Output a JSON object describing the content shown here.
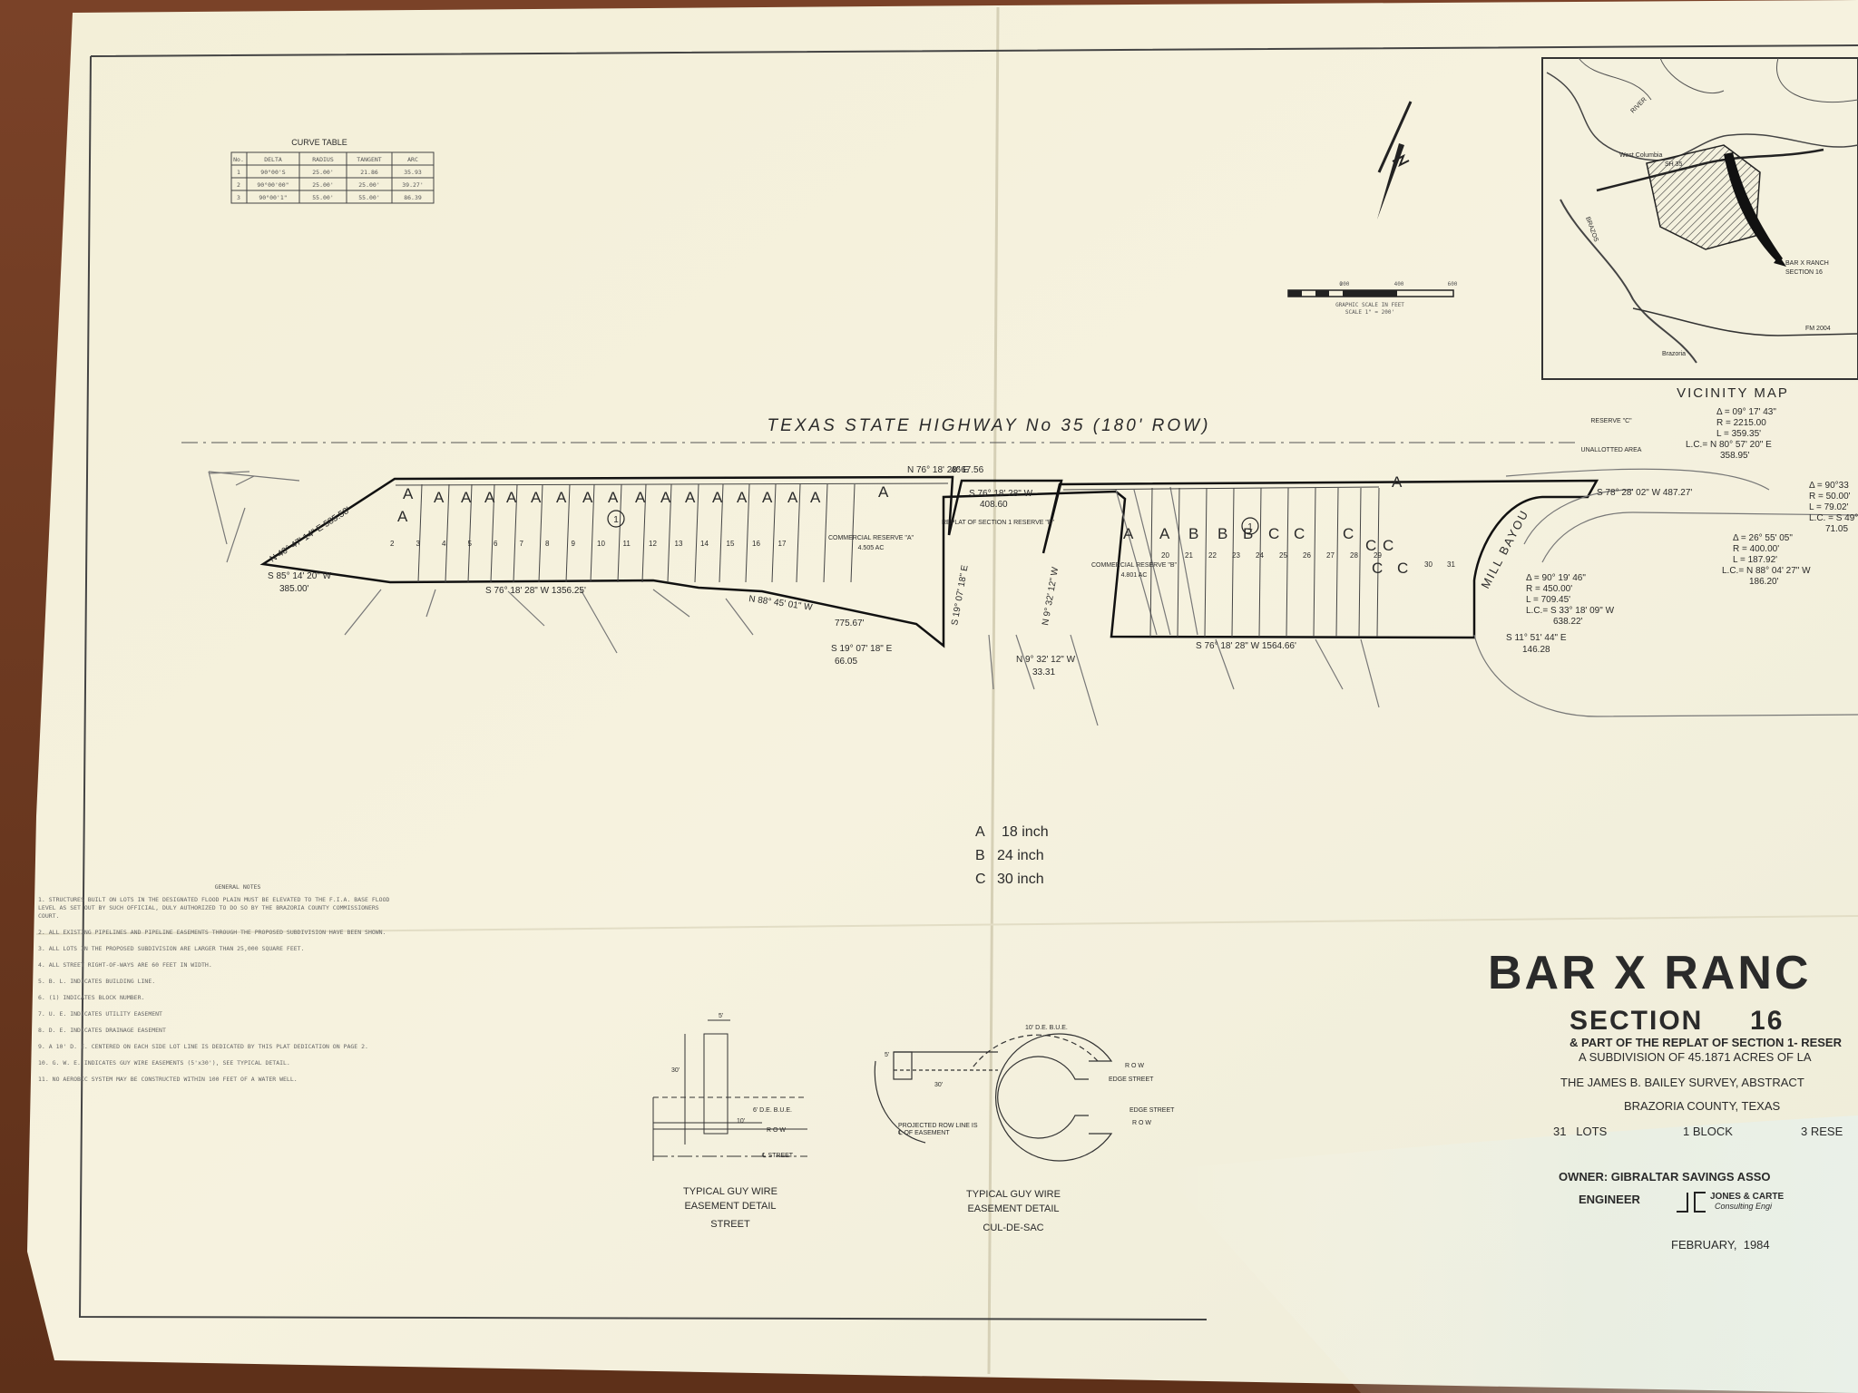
{
  "curve_table": {
    "title": "CURVE  TABLE",
    "headers": [
      "No.",
      "DELTA",
      "RADIUS",
      "TANGENT",
      "ARC"
    ],
    "rows": [
      [
        "1",
        "90°00'S",
        "25.00'",
        "21.86",
        "35.93"
      ],
      [
        "2",
        "90°00'00\"",
        "25.00'",
        "25.00'",
        "39.27'"
      ],
      [
        "3",
        "90°00'1\"",
        "55.00'",
        "55.00'",
        "86.39"
      ]
    ]
  },
  "scale_bar": {
    "ticks": [
      "0",
      "200",
      "400",
      "600"
    ],
    "caption1": "GRAPHIC SCALE IN FEET",
    "caption2": "SCALE 1\" = 200'"
  },
  "vicinity_map": {
    "title": "VICINITY MAP",
    "labels": [
      "West Columbia",
      "SH 35",
      "BRAZOS",
      "RIVER",
      "BAR X RANCH",
      "SECTION 16",
      "FM 2004",
      "Brazoria"
    ]
  },
  "highway_label": "TEXAS  STATE  HIGHWAY  No 35  (180' ROW)",
  "bearings": {
    "top": "N 76° 18' 28\" E",
    "top_dist": "4667.56",
    "nw": "N 40° 47' 14\" E  585.58'",
    "sw": "S 85° 14' 20\" W",
    "sw_dist": "385.00'",
    "south1": "S 76° 18' 28\" W      1356.25'",
    "south2": "N 88° 45' 01\" W",
    "south2_dist": "775.67'",
    "s19": "S 19° 07' 18\" E",
    "s19_dist": "66.05",
    "n9": "N 9° 32' 12\" W",
    "n9_dist": "33.31",
    "south3": "S 76° 18' 28\" W      1564.66'",
    "s11": "S 11° 51' 44\" E",
    "s11_dist": "146.28",
    "east": "S 78° 28' 02\" W  487.27'",
    "mid_top": "S 76° 18' 28\" W",
    "mid_dist": "408.60",
    "curve_east_1": "Δ = 90° 19' 46\"",
    "curve_east_2": "R = 450.00'",
    "curve_east_3": "L = 709.45'",
    "curve_east_4": "L.C.= S 33° 18' 09\" W",
    "curve_east_5": "638.22'",
    "curve_ne_1": "Δ = 09° 17' 43\"",
    "curve_ne_2": "R = 2215.00",
    "curve_ne_3": "L = 359.35'",
    "curve_ne_4": "L.C.= N 80° 57' 20\" E",
    "curve_ne_5": "358.95'",
    "curve_far_1": "Δ = 26° 55' 05\"",
    "curve_far_2": "R = 400.00'",
    "curve_far_3": "L = 187.92'",
    "curve_far_4": "L.C.= N 88° 04' 27\" W",
    "curve_far_5": "186.20'",
    "curve_far2_1": "Δ = 90°33",
    "curve_far2_2": "R = 50.00'",
    "curve_far2_3": "L = 79.02'",
    "curve_far2_4": "L.C. = S 49°",
    "curve_far2_5": "71.05",
    "mill_bayou": "MILL  BAYOU"
  },
  "lots": {
    "west_letters": [
      "A",
      "A",
      "A",
      "A",
      "A",
      "A",
      "A",
      "A",
      "A",
      "A",
      "A",
      "A",
      "A",
      "A",
      "A",
      "A",
      "A"
    ],
    "west_numbers": [
      "2",
      "3",
      "4",
      "5",
      "6",
      "7",
      "8",
      "9",
      "10",
      "11",
      "12",
      "13",
      "14",
      "15",
      "16",
      "17"
    ],
    "east_letters": [
      "A",
      "A",
      "B",
      "B",
      "B",
      "C",
      "C",
      "C"
    ],
    "east_numbers": [
      "20",
      "21",
      "22",
      "23",
      "24",
      "25",
      "26",
      "27",
      "28",
      "29",
      "30",
      "31"
    ],
    "block_number": "1",
    "reserve_a": "COMMERCIAL RESERVE \"A\"",
    "reserve_a_area": "4.505 AC",
    "reserve_b": "COMMERCIAL RESERVE \"B\"",
    "reserve_b_area": "4.801 AC",
    "reserve_c": "RESERVE \"C\"",
    "replat": "REPLAT OF SECTION 1 RESERVE \"B\"",
    "unallotted": "UNALLOTTED AREA"
  },
  "pipe_legend": [
    {
      "letter": "A",
      "size": "18 inch"
    },
    {
      "letter": "B",
      "size": "24 inch"
    },
    {
      "letter": "C",
      "size": "30 inch"
    }
  ],
  "general_notes": {
    "title": "GENERAL NOTES",
    "items": [
      "1.  STRUCTURES BUILT ON LOTS IN THE DESIGNATED FLOOD PLAIN MUST BE ELEVATED TO THE F.I.A. BASE FLOOD LEVEL AS SET OUT BY SUCH OFFICIAL, DULY AUTHORIZED TO DO SO BY THE BRAZORIA COUNTY COMMISSIONERS COURT.",
      "2.  ALL EXISTING PIPELINES AND PIPELINE EASEMENTS THROUGH THE PROPOSED SUBDIVISION HAVE BEEN SHOWN.",
      "3.  ALL LOTS IN THE PROPOSED SUBDIVISION ARE LARGER THAN 25,000 SQUARE FEET.",
      "4.  ALL STREET RIGHT-OF-WAYS ARE 60 FEET IN WIDTH.",
      "5.  B. L. INDICATES BUILDING LINE.",
      "6.  (1) INDICATES BLOCK NUMBER.",
      "7.  U. E. INDICATES UTILITY EASEMENT",
      "8.  D. E. INDICATES DRAINAGE EASEMENT",
      "9.  A 10' D. E. CENTERED ON EACH SIDE LOT LINE IS DEDICATED BY THIS PLAT DEDICATION ON PAGE 2.",
      "10.  G. W. E. INDICATES GUY WIRE EASEMENTS (5'x30'), SEE TYPICAL DETAIL.",
      "11.  NO AEROBIC SYSTEM MAY BE CONSTRUCTED WITHIN 100 FEET OF A WATER WELL."
    ]
  },
  "details": {
    "street_caption": [
      "TYPICAL GUY WIRE",
      "EASEMENT  DETAIL",
      "STREET"
    ],
    "culdesac_caption": [
      "TYPICAL GUY WIRE",
      "EASEMENT  DETAIL",
      "CUL-DE-SAC"
    ],
    "street_labels": [
      "5'",
      "30'",
      "10'",
      "6' D.E. B.U.E.",
      "R O W",
      "℄ STREET"
    ],
    "culdesac_labels": [
      "10' D.E. B.U.E.",
      "R O W",
      "EDGE STREET",
      "EDGE STREET",
      "R O W",
      "5'",
      "30'",
      "PROJECTED ROW LINE IS ℄ OF EASEMENT"
    ]
  },
  "title_block": {
    "title": "BAR  X  RANC",
    "section": "SECTION     16",
    "subtitle1": "& PART OF THE REPLAT OF SECTION 1- RESER",
    "subtitle2": "A SUBDIVISION OF  45.1871  ACRES OF LA",
    "survey": "THE JAMES B. BAILEY SURVEY, ABSTRACT",
    "county": "BRAZORIA  COUNTY,  TEXAS",
    "counts": [
      "31   LOTS",
      "1  BLOCK",
      "3  RESE"
    ],
    "owner": "OWNER:  GIBRALTAR  SAVINGS  ASSO",
    "engineer": "ENGINEER",
    "firm": "JONES & CARTE",
    "firm_sub": "Consulting Engi",
    "date": "FEBRUARY,  1984"
  }
}
